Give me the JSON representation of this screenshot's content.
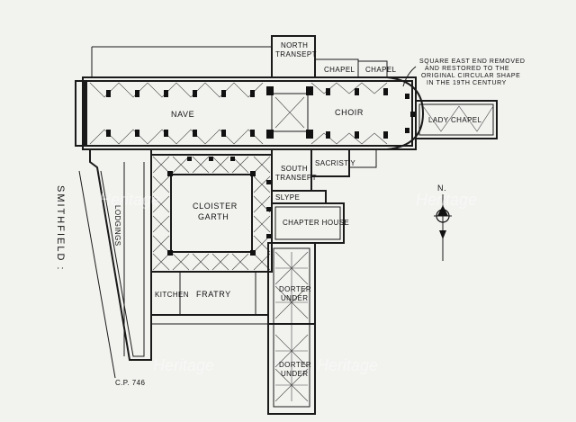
{
  "labels": {
    "north_transept": [
      "NORTH",
      "TRANSEPT"
    ],
    "chapel_1": "CHAPEL",
    "chapel_2": "CHAPEL",
    "nave": "NAVE",
    "choir": "CHOIR",
    "lady_chapel": "LADY CHAPEL",
    "cloister_garth": [
      "CLOISTER",
      "GARTH"
    ],
    "south_transept": [
      "SOUTH",
      "TRANSEPT"
    ],
    "sacristy": "SACRIST'Y",
    "slype": "SLYPE",
    "chapter_house": "CHAPTER HOUSE",
    "kitchen": "KITCHEN",
    "fratry": "FRATRY",
    "dorter": [
      "DORTER",
      "UNDER"
    ],
    "dorter_lower": [
      "DORTER",
      "UNDER"
    ],
    "lodgings": "LODGINGS",
    "smithfield": "SMITHFIELD :",
    "ref": "C.P. 746",
    "north_marker": "N."
  },
  "annotation": [
    "SQUARE EAST END REMOVED",
    "AND RESTORED TO THE",
    "ORIGINAL CIRCULAR SHAPE",
    "IN THE 19TH CENTURY"
  ],
  "watermark": "Heritage"
}
